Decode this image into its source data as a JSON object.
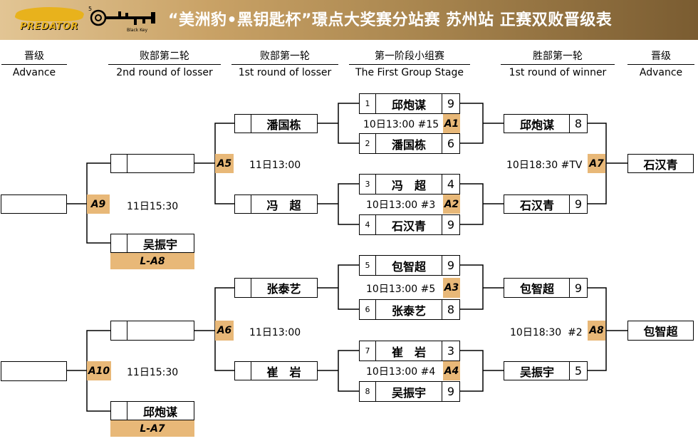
{
  "header": {
    "title": "“美洲豹•黑钥匙杯”璟点大奖赛分站赛 苏州站 正赛双败晋级表",
    "logo_predator": "PREDATOR",
    "logo_blackkey_num": "5",
    "logo_blackkey_sub": "Black Key"
  },
  "columns": {
    "adv_left": {
      "cn": "晋级",
      "en": "Advance"
    },
    "losers2": {
      "cn": "败部第二轮",
      "en": "2nd round of losser"
    },
    "losers1": {
      "cn": "败部第一轮",
      "en": "1st round of losser"
    },
    "group": {
      "cn": "第一阶段小组赛",
      "en": "The First Group Stage"
    },
    "winners1": {
      "cn": "胜部第一轮",
      "en": "1st round of winner"
    },
    "adv_right": {
      "cn": "晋级",
      "en": "Advance"
    }
  },
  "group_matches": [
    {
      "seed_a": "1",
      "name_a": "邱炮谋",
      "score_a": "9",
      "seed_b": "2",
      "name_b": "潘国栋",
      "score_b": "6",
      "time": "10日13:00",
      "table": "#15",
      "tag": "A1"
    },
    {
      "seed_a": "3",
      "name_a": "冯　超",
      "score_a": "4",
      "seed_b": "4",
      "name_b": "石汉青",
      "score_b": "9",
      "time": "10日13:00",
      "table": "#3",
      "tag": "A2"
    },
    {
      "seed_a": "5",
      "name_a": "包智超",
      "score_a": "9",
      "seed_b": "6",
      "name_b": "张泰艺",
      "score_b": "8",
      "time": "10日13:00",
      "table": "#5",
      "tag": "A3"
    },
    {
      "seed_a": "7",
      "name_a": "崔　岩",
      "score_a": "3",
      "seed_b": "8",
      "name_b": "吴振宇",
      "score_b": "9",
      "time": "10日13:00",
      "table": "#4",
      "tag": "A4"
    }
  ],
  "winners": [
    {
      "name_a": "邱炮谋",
      "score_a": "8",
      "name_b": "石汉青",
      "score_b": "9",
      "time": "10日18:30",
      "table": "#TV",
      "tag": "A7",
      "advance": "石汉青"
    },
    {
      "name_a": "包智超",
      "score_a": "9",
      "name_b": "吴振宇",
      "score_b": "5",
      "time": "10日18:30",
      "table": "#2",
      "tag": "A8",
      "advance": "包智超"
    }
  ],
  "losers1": [
    {
      "name_a": "潘国栋",
      "name_b": "冯　超",
      "time": "11日13:00",
      "tag": "A5"
    },
    {
      "name_a": "张泰艺",
      "name_b": "崔　岩",
      "time": "11日13:00",
      "tag": "A6"
    }
  ],
  "losers2": [
    {
      "name_a": "",
      "name_b": "吴振宇",
      "drop": "L-A8",
      "time": "11日15:30",
      "tag": "A9",
      "advance": ""
    },
    {
      "name_a": "",
      "name_b": "邱炮谋",
      "drop": "L-A7",
      "time": "11日15:30",
      "tag": "A10",
      "advance": ""
    }
  ],
  "colors": {
    "accent": "#e8b878",
    "header_dark": "#7a5c31",
    "header_light": "#e2c594"
  }
}
